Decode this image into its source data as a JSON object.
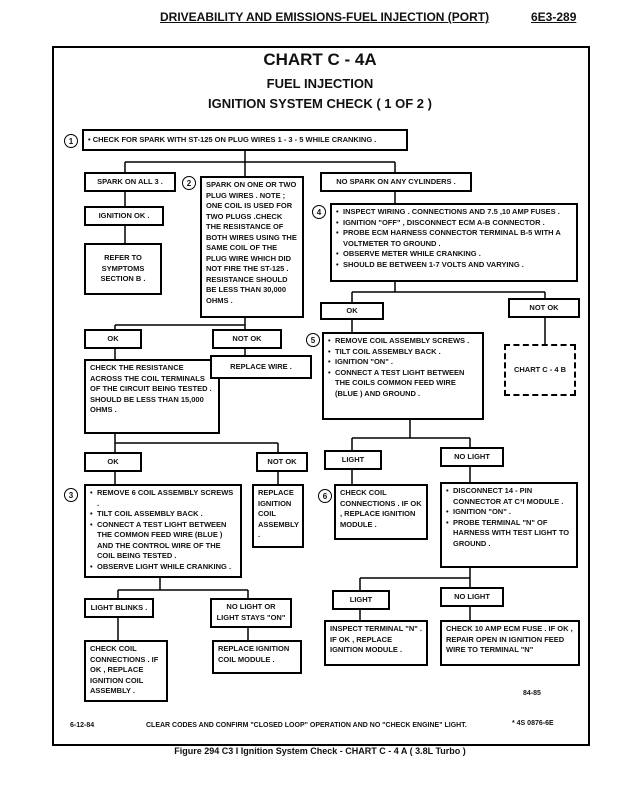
{
  "header": {
    "left": "DRIVEABILITY AND EMISSIONS-FUEL INJECTION (PORT)",
    "right": "6E3-289"
  },
  "titles": {
    "chart": "CHART C - 4A",
    "line1": "FUEL INJECTION",
    "line2": "IGNITION SYSTEM CHECK ( 1 OF 2 )"
  },
  "steps": {
    "s1": "1",
    "s2": "2",
    "s3": "3",
    "s4": "4",
    "s5": "5",
    "s6": "6"
  },
  "boxes": {
    "top": "CHECK FOR SPARK WITH ST-125 ON PLUG WIRES 1 - 3 - 5 WHILE CRANKING .",
    "spark_all": "SPARK ON ALL 3 .",
    "ignition_ok": "IGNITION OK .",
    "refer": "REFER TO SYMPTOMS SECTION B .",
    "spark_one": "SPARK ON ONE OR TWO PLUG WIRES . NOTE ; ONE COIL IS USED FOR TWO PLUGS .CHECK THE RESISTANCE OF BOTH WIRES USING THE SAME COIL OF THE PLUG WIRE WHICH DID NOT FIRE THE ST-125 . RESISTANCE SHOULD BE LESS THAN 30,000 OHMS .",
    "no_spark": "NO SPARK ON ANY CYLINDERS .",
    "step4": [
      "INSPECT WIRING . CONNECTIONS AND 7.5 ,10 AMP FUSES .",
      "IGNITION \"OFF\" , DISCONNECT ECM A-B CONNECTOR .",
      "PROBE ECM HARNESS CONNECTOR TERMINAL B-5 WITH A VOLTMETER TO GROUND .",
      "OBSERVE METER WHILE CRANKING .",
      "SHOULD BE BETWEEN 1-7 VOLTS AND VARYING ."
    ],
    "ok_left": "OK",
    "not_ok_mid": "NOT OK",
    "ok_4": "OK",
    "not_ok_4": "NOT OK",
    "check_resistance": "CHECK THE RESISTANCE ACROSS THE COIL TERMINALS OF THE CIRCUIT BEING TESTED . SHOULD BE LESS THAN 15,000 OHMS .",
    "replace_wire": "REPLACE WIRE .",
    "step5": [
      "REMOVE COIL ASSEMBLY SCREWS .",
      "TILT COIL ASSEMBLY BACK .",
      "IGNITION \"ON\" .",
      "CONNECT A TEST LIGHT BETWEEN THE COILS COMMON FEED WIRE (BLUE ) AND GROUND ."
    ],
    "chart_c4b": "CHART C - 4 B",
    "ok_lower": "OK",
    "not_ok_lower": "NOT OK",
    "light_5": "LIGHT",
    "no_light_5": "NO LIGHT",
    "step3": [
      "REMOVE 6 COIL ASSEMBLY SCREWS .",
      "TILT COIL ASSEMBLY BACK .",
      "CONNECT A TEST LIGHT BETWEEN THE COMMON FEED WIRE (BLUE ) AND THE CONTROL WIRE OF THE COIL BEING TESTED .",
      "OBSERVE LIGHT WHILE CRANKING ."
    ],
    "replace_coil": "REPLACE IGNITION COIL ASSEMBLY .",
    "step6": "CHECK COIL CONNECTIONS . IF OK , REPLACE IGNITION MODULE .",
    "disconnect": [
      "DISCONNECT 14 - PIN CONNECTOR AT C³I MODULE .",
      "IGNITION \"ON\" .",
      "PROBE TERMINAL \"N\" OF HARNESS WITH TEST LIGHT TO GROUND ."
    ],
    "light_blinks": "LIGHT BLINKS .",
    "no_light_stays": "NO LIGHT OR LIGHT STAYS \"ON\" .",
    "light_d": "LIGHT",
    "no_light_d": "NO LIGHT",
    "check_coil_bl": "CHECK COIL CONNECTIONS . IF OK , REPLACE IGNITION COIL ASSEMBLY .",
    "replace_module": "REPLACE IGNITION COIL MODULE .",
    "inspect_n": "INSPECT TERMINAL \"N\" . IF OK , REPLACE IGNITION MODULE .",
    "check_fuse": "CHECK 10 AMP ECM FUSE . IF OK , REPAIR OPEN IN IGNITION FEED WIRE TO TERMINAL \"N\""
  },
  "footer": {
    "date": "6-12-84",
    "note": "CLEAR CODES AND CONFIRM \"CLOSED LOOP\" OPERATION AND NO \"CHECK ENGINE\" LIGHT.",
    "ref": "84-85",
    "code": "* 4S 0876-6E"
  },
  "caption": "Figure 294 C3 I Ignition System Check - CHART C - 4 A ( 3.8L Turbo )"
}
